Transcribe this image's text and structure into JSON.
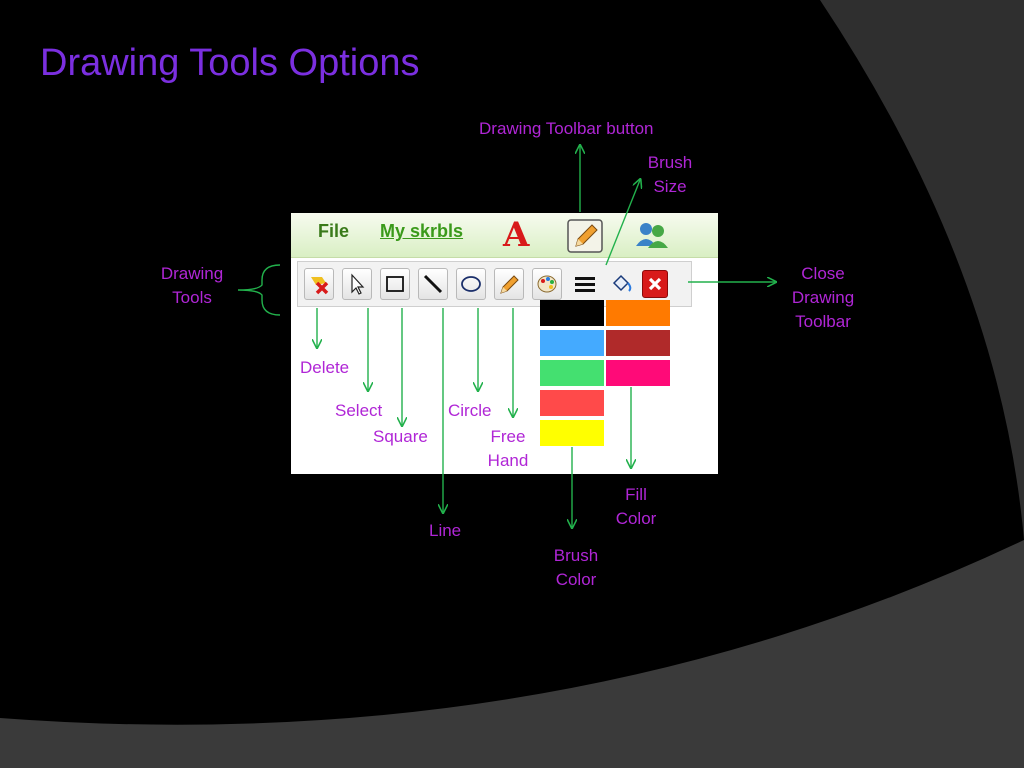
{
  "slide": {
    "title": "Drawing Tools Options"
  },
  "annotations": {
    "toolbar_button": "Drawing Toolbar button",
    "brush_size": [
      "Brush",
      "Size"
    ],
    "drawing_tools": [
      "Drawing",
      "Tools"
    ],
    "close_toolbar": [
      "Close",
      "Drawing",
      "Toolbar"
    ],
    "delete": "Delete",
    "select": "Select",
    "square": "Square",
    "circle": "Circle",
    "free_hand": [
      "Free",
      "Hand"
    ],
    "line": "Line",
    "fill_color": [
      "Fill",
      "Color"
    ],
    "brush_color": [
      "Brush",
      "Color"
    ]
  },
  "app": {
    "menu": {
      "file": "File",
      "my_skrbls": "My skrbls"
    },
    "text_tool": "A"
  },
  "colors": {
    "accent_text": "#b026d6",
    "arrow": "#22b14c",
    "brush_swatches": [
      "#000000",
      "#44aaff",
      "#44e070",
      "#ff4a4a",
      "#ffff00"
    ],
    "fill_swatches": [
      "#ff7a00",
      "#b02a2a",
      "#ff0a78"
    ]
  }
}
